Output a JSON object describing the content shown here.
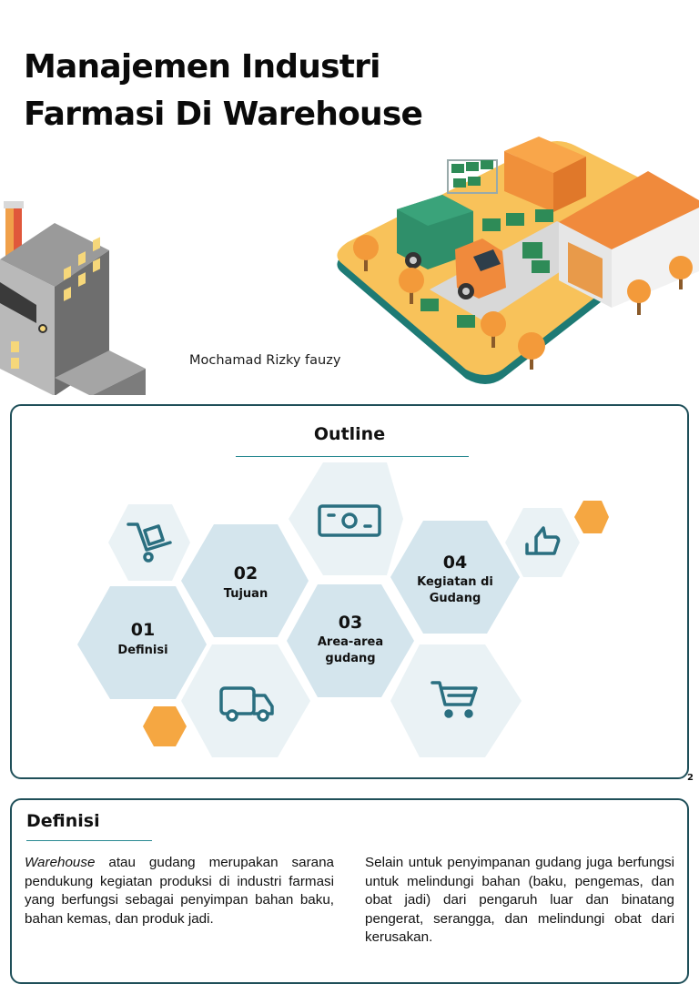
{
  "cover": {
    "title_line1": "Manajemen Industri",
    "title_line2": "Farmasi Di Warehouse",
    "author": "Mochamad Rizky fauzy"
  },
  "outline": {
    "title": "Outline",
    "items": [
      {
        "number": "01",
        "label": "Definisi"
      },
      {
        "number": "02",
        "label": "Tujuan"
      },
      {
        "number": "03",
        "label_line1": "Area-area",
        "label_line2": "gudang"
      },
      {
        "number": "04",
        "label_line1": "Kegiatan di",
        "label_line2": "Gudang"
      }
    ],
    "icons": [
      "hand-truck-icon",
      "money-icon",
      "thumbs-up-icon",
      "truck-icon",
      "shopping-cart-icon"
    ],
    "page_number": "2"
  },
  "definisi": {
    "title": "Definisi",
    "left_em": "Warehouse",
    "left_text": " atau gudang merupakan sarana pendukung kegiatan produksi di industri farmasi yang berfungsi sebagai penyimpan bahan baku, bahan kemas, dan produk jadi.",
    "right_text": "Selain untuk penyimpanan gudang juga berfungsi untuk melindungi bahan (baku, pengemas, dan obat jadi) dari pengaruh luar dan binatang pengerat, serangga, dan melindungi obat dari kerusakan."
  },
  "colors": {
    "accent_teal": "#1f4f59",
    "hex_light": "#eaf2f5",
    "hex_mid": "#d4e5ed",
    "orange": "#f5a742",
    "icon_teal": "#2a6f80"
  }
}
